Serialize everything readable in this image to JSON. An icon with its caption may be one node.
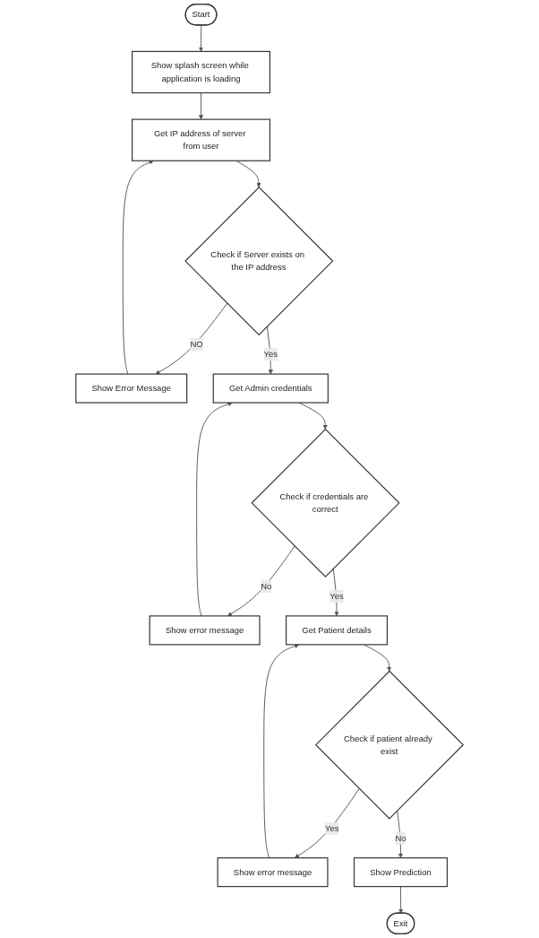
{
  "diagram": {
    "nodes": [
      {
        "text": [
          "Start"
        ]
      },
      {
        "text": [
          "Show splash screen while application is loading"
        ]
      },
      {
        "text": [
          "Get IP address of server from user"
        ]
      },
      {
        "text": [
          "Check if Server exists on the IP address"
        ]
      },
      {
        "text": [
          "Show Error Message"
        ]
      },
      {
        "text": [
          "Get Admin credentials"
        ]
      },
      {
        "text": [
          "Check if credentials are correct"
        ]
      },
      {
        "text": [
          "Show error message"
        ]
      },
      {
        "text": [
          "Get Patient details"
        ]
      },
      {
        "text": [
          "Check if patient already exist"
        ]
      },
      {
        "text": [
          "Show error message"
        ]
      },
      {
        "text": [
          "Show Prediction"
        ]
      },
      {
        "text": [
          "Exit"
        ]
      }
    ],
    "edges": [
      {
        "from": 0,
        "to": 1,
        "arrow": "to"
      },
      {
        "from": 1,
        "to": 2,
        "arrow": "to"
      },
      {
        "from": 2,
        "to": 3,
        "arrow": "to"
      },
      {
        "from": 3,
        "to": 4,
        "arrow": "to",
        "label": "NO"
      },
      {
        "from": 4,
        "to": 2,
        "arrow": "to"
      },
      {
        "from": 3,
        "to": 5,
        "arrow": "to",
        "label": "Yes"
      },
      {
        "from": 5,
        "to": 6,
        "arrow": "to"
      },
      {
        "from": 6,
        "to": 7,
        "arrow": "to",
        "label": "No"
      },
      {
        "from": 7,
        "to": 5,
        "arrow": "to"
      },
      {
        "from": 6,
        "to": 8,
        "arrow": "to",
        "label": "Yes"
      },
      {
        "from": 8,
        "to": 9,
        "arrow": "to"
      },
      {
        "from": 9,
        "to": 10,
        "arrow": "to",
        "label": "Yes"
      },
      {
        "from": 10,
        "to": 8,
        "arrow": "to"
      },
      {
        "from": 9,
        "to": 11,
        "arrow": "to",
        "label": "No"
      },
      {
        "from": 11,
        "to": 12,
        "arrow": "to"
      }
    ]
  }
}
